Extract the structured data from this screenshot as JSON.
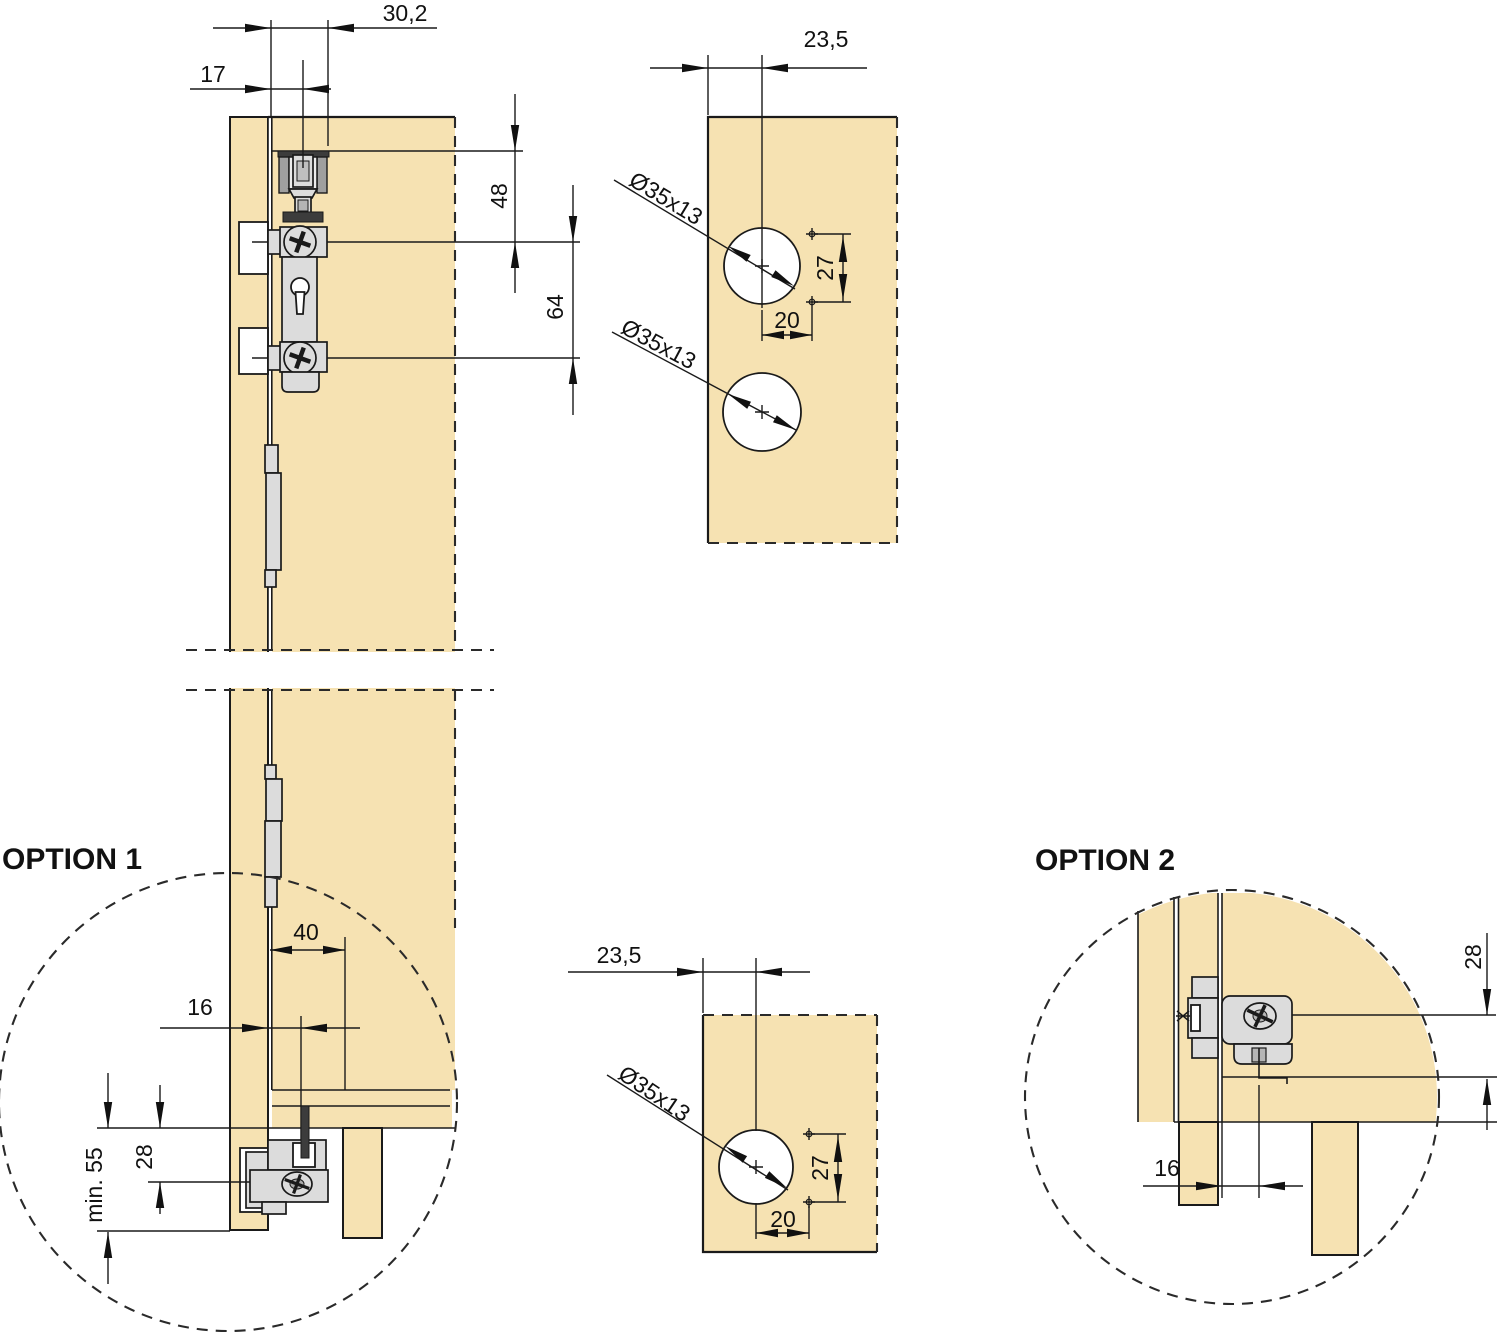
{
  "drawing": {
    "option1_title": "OPTION 1",
    "option2_title": "OPTION 2"
  },
  "main_view": {
    "dim_carriage_width": "30,2",
    "dim_door_edge_to_roller": "17",
    "dim_top_to_first_screw": "48",
    "dim_screw_spacing": "64"
  },
  "top_hole_panel": {
    "dim_edge_to_center": "23,5",
    "hole1_label": "Ø35x13",
    "hole2_label": "Ø35x13",
    "dim_screw_pitch": "27",
    "dim_center_to_screw": "20"
  },
  "bottom_hole_panel": {
    "dim_edge_to_center": "23,5",
    "hole_label": "Ø35x13",
    "dim_screw_pitch": "27",
    "dim_center_to_screw": "20"
  },
  "option1": {
    "dim_door_to_leg": "40",
    "dim_edge_to_axis": "16",
    "dim_min_height": "min. 55",
    "dim_panel_to_axis": "28"
  },
  "option2": {
    "dim_axis_to_top": "28",
    "dim_edge_to_axis": "16"
  },
  "colors": {
    "wood": "#f6e2b2",
    "hardware": "#dcdcdc",
    "line": "#1a1a1a"
  }
}
